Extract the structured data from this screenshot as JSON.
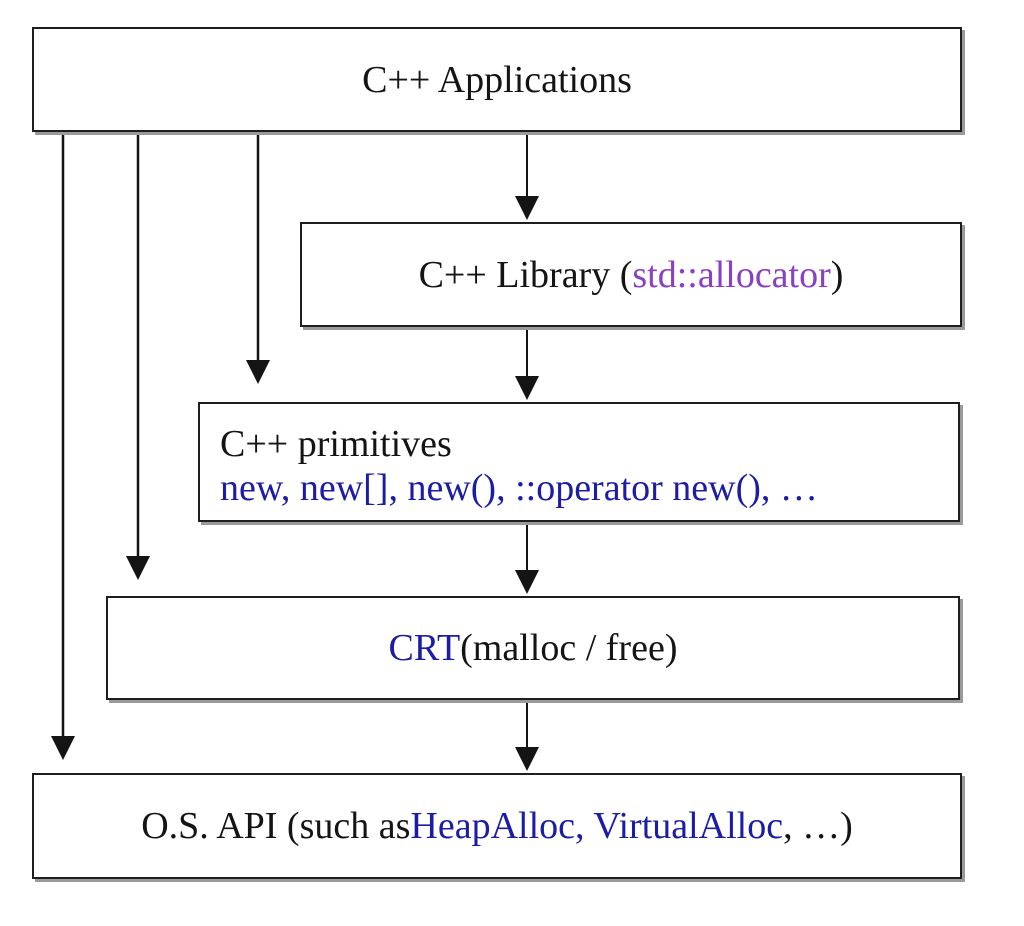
{
  "boxes": {
    "applications": {
      "label": "C++ Applications"
    },
    "library": {
      "prefix": "C++ Library (",
      "highlight": "std::allocator",
      "suffix": ")"
    },
    "primitives": {
      "title": "C++ primitives",
      "items": "new, new[], new(), ::operator new(), …"
    },
    "crt": {
      "highlight": "CRT",
      "suffix": " (malloc / free)"
    },
    "os_api": {
      "prefix": "O.S. API (such as ",
      "highlight": "HeapAlloc, VirtualAlloc",
      "suffix": ", …)"
    }
  },
  "colors": {
    "api_highlight": "#1c1ca6",
    "allocator_highlight": "#8a3fc4",
    "arrow": "#141414"
  },
  "edges": [
    {
      "from": "applications",
      "to": "library"
    },
    {
      "from": "applications",
      "to": "primitives"
    },
    {
      "from": "applications",
      "to": "crt"
    },
    {
      "from": "applications",
      "to": "os_api"
    },
    {
      "from": "library",
      "to": "primitives"
    },
    {
      "from": "primitives",
      "to": "crt"
    },
    {
      "from": "crt",
      "to": "os_api"
    }
  ]
}
